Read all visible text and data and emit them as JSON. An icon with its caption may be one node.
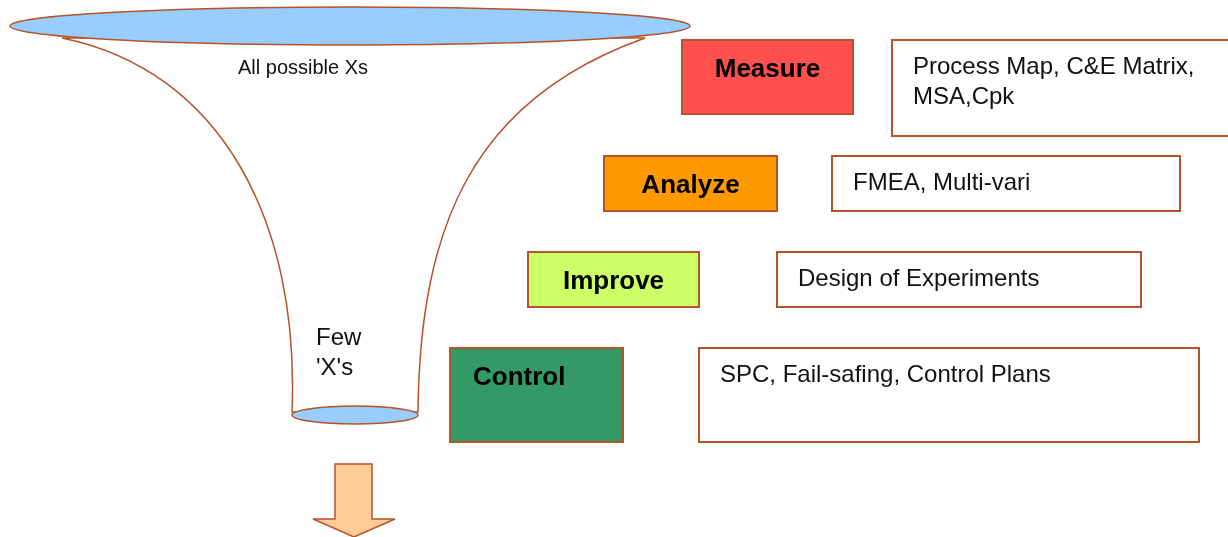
{
  "diagram": {
    "nodes": [
      {
        "text": [
          "Measure"
        ]
      },
      {
        "text": [
          "Process Map, C&E Matrix, MSA,Cpk"
        ]
      },
      {
        "text": [
          "Analyze"
        ]
      },
      {
        "text": [
          "FMEA, Multi-vari"
        ]
      },
      {
        "text": [
          "Improve"
        ]
      },
      {
        "text": [
          "Design of Experiments"
        ]
      },
      {
        "text": [
          "Control"
        ]
      },
      {
        "text": [
          "SPC, Fail-safing, Control Plans"
        ]
      }
    ],
    "labels": [
      "All possible Xs",
      "Few 'X's"
    ]
  }
}
